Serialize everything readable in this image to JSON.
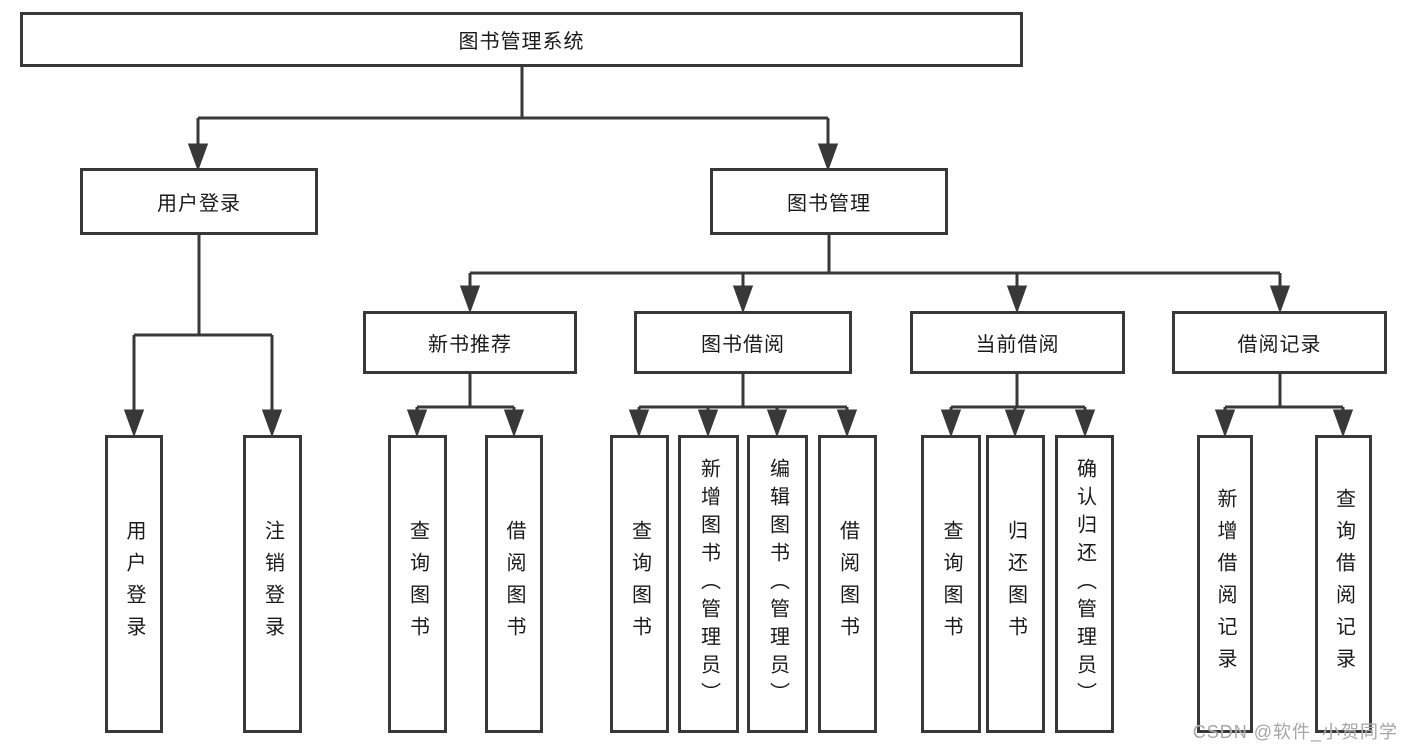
{
  "colors": {
    "line": "#383838",
    "box_border": "#383838",
    "text": "#1a1a1a",
    "background": "#ffffff",
    "watermark": "#a6a6a6"
  },
  "watermark": {
    "text": "CSDN @软件_小贺同学"
  },
  "tree": {
    "root": {
      "label": "图书管理系统",
      "children": [
        {
          "label": "用户登录",
          "children": [
            {
              "label": "用户登录"
            },
            {
              "label": "注销登录"
            }
          ]
        },
        {
          "label": "图书管理",
          "children": [
            {
              "label": "新书推荐",
              "children": [
                {
                  "label": "查询图书"
                },
                {
                  "label": "借阅图书"
                }
              ]
            },
            {
              "label": "图书借阅",
              "children": [
                {
                  "label": "查询图书"
                },
                {
                  "label": "新增图书（管理员）"
                },
                {
                  "label": "编辑图书（管理员）"
                },
                {
                  "label": "借阅图书"
                }
              ]
            },
            {
              "label": "当前借阅",
              "children": [
                {
                  "label": "查询图书"
                },
                {
                  "label": "归还图书"
                },
                {
                  "label": "确认归还（管理员）"
                }
              ]
            },
            {
              "label": "借阅记录",
              "children": [
                {
                  "label": "新增借阅记录"
                },
                {
                  "label": "查询借阅记录"
                }
              ]
            }
          ]
        }
      ]
    }
  }
}
